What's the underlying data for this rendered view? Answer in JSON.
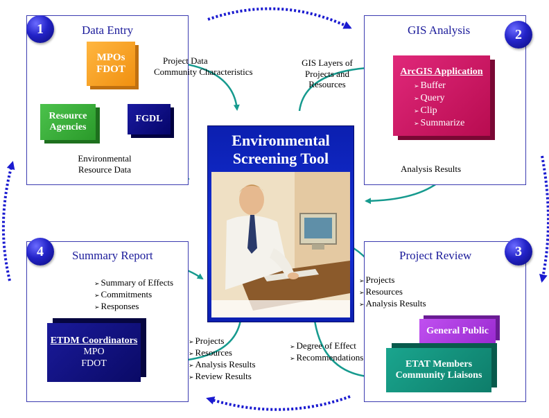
{
  "panels": {
    "p1": {
      "number": "1",
      "title": "Data Entry"
    },
    "p2": {
      "number": "2",
      "title": "GIS Analysis"
    },
    "p3": {
      "number": "3",
      "title": "Project Review"
    },
    "p4": {
      "number": "4",
      "title": "Summary Report"
    }
  },
  "data_entry": {
    "mpos_line1": "MPOs",
    "mpos_line2": "FDOT",
    "resource_line1": "Resource",
    "resource_line2": "Agencies",
    "fgdl": "FGDL",
    "project_data_line1": "Project Data",
    "project_data_line2": "Community Characteristics",
    "env_data_line1": "Environmental",
    "env_data_line2": "Resource Data"
  },
  "gis_analysis": {
    "layers_line1": "GIS Layers of",
    "layers_line2": "Projects and",
    "layers_line3": "Resources",
    "app_title": "ArcGIS Application",
    "app_items": [
      "Buffer",
      "Query",
      "Clip",
      "Summarize"
    ],
    "results": "Analysis Results"
  },
  "center": {
    "title_line1": "Environmental",
    "title_line2": "Screening Tool"
  },
  "project_review": {
    "inputs": [
      "Projects",
      "Resources",
      "Analysis Results"
    ],
    "general_public": "General Public",
    "etat_line1": "ETAT Members",
    "etat_line2": "Community Liaisons",
    "outputs": [
      "Degree of Effect",
      "Recommendations"
    ]
  },
  "summary_report": {
    "items": [
      "Summary of Effects",
      "Commitments",
      "Responses"
    ],
    "etdm_title": "ETDM Coordinators",
    "etdm_line2": "MPO",
    "etdm_line3": "FDOT",
    "inputs": [
      "Projects",
      "Resources",
      "Analysis Results",
      "Review Results"
    ]
  },
  "colors": {
    "panel_border": "#3a3ab0",
    "title_text": "#1a1a9a",
    "arrow_teal": "#169a8e",
    "cycle_arrow": "#1a1ad0",
    "mpos_box": "#f5a21a",
    "resource_box": "#3aa83a",
    "fgdl_box": "#0d0d8a",
    "arcgis_box": "#c8145a",
    "general_public_box": "#b03ae0",
    "etat_box": "#138f7c",
    "etdm_box": "#10107a",
    "center_panel": "#1530d8"
  }
}
